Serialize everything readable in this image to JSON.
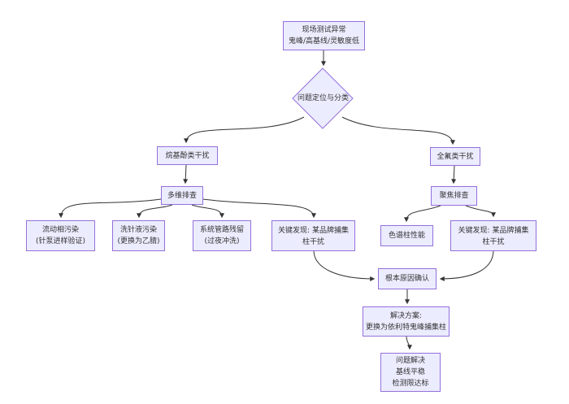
{
  "diagram": {
    "type": "flowchart",
    "colors": {
      "background": "#ffffff",
      "node_fill": "#ECECFF",
      "node_border": "#9370DB",
      "edge": "#333333",
      "text": "#333333"
    },
    "nodes": {
      "field_anomaly": {
        "shape": "rect",
        "lines": [
          "现场测试异常",
          "鬼峰/高基线/灵敏度低"
        ]
      },
      "classify": {
        "shape": "diamond",
        "label": "问题定位与分类"
      },
      "alkylphenol": {
        "shape": "rect",
        "label": "烷基酚类干扰"
      },
      "perfluoro": {
        "shape": "rect",
        "label": "全氟类干扰"
      },
      "multi_check": {
        "shape": "rect",
        "label": "多维排查"
      },
      "focus_check": {
        "shape": "rect",
        "label": "聚焦排查"
      },
      "mobile_phase": {
        "shape": "rect",
        "lines": [
          "流动相污染",
          "(针泵进样验证)"
        ]
      },
      "wash_solvent": {
        "shape": "rect",
        "lines": [
          "洗针液污染",
          "(更换为乙腈)"
        ]
      },
      "system_line": {
        "shape": "rect",
        "lines": [
          "系统管路残留",
          "(过夜冲洗)"
        ]
      },
      "key_finding_left": {
        "shape": "rect",
        "label": "关键发现: 某品牌捕集柱干扰"
      },
      "column_perf": {
        "shape": "rect",
        "label": "色谱柱性能"
      },
      "key_finding_right": {
        "shape": "rect",
        "label": "关键发现: 某品牌捕集柱干扰"
      },
      "root_cause": {
        "shape": "rect",
        "label": "根本原因确认"
      },
      "solution": {
        "shape": "rect",
        "lines": [
          "解决方案:",
          "更换为依利特鬼峰捕集柱"
        ]
      },
      "resolved": {
        "shape": "rect",
        "lines": [
          "问题解决",
          "基线平稳",
          "检测限达标"
        ]
      }
    },
    "edges": [
      {
        "from": "field_anomaly",
        "to": "classify"
      },
      {
        "from": "classify",
        "to": "alkylphenol"
      },
      {
        "from": "classify",
        "to": "perfluoro"
      },
      {
        "from": "alkylphenol",
        "to": "multi_check"
      },
      {
        "from": "perfluoro",
        "to": "focus_check"
      },
      {
        "from": "multi_check",
        "to": "mobile_phase"
      },
      {
        "from": "multi_check",
        "to": "wash_solvent"
      },
      {
        "from": "multi_check",
        "to": "system_line"
      },
      {
        "from": "multi_check",
        "to": "key_finding_left"
      },
      {
        "from": "focus_check",
        "to": "column_perf"
      },
      {
        "from": "focus_check",
        "to": "key_finding_right"
      },
      {
        "from": "key_finding_left",
        "to": "root_cause"
      },
      {
        "from": "key_finding_right",
        "to": "root_cause"
      },
      {
        "from": "root_cause",
        "to": "solution"
      },
      {
        "from": "solution",
        "to": "resolved"
      }
    ]
  }
}
